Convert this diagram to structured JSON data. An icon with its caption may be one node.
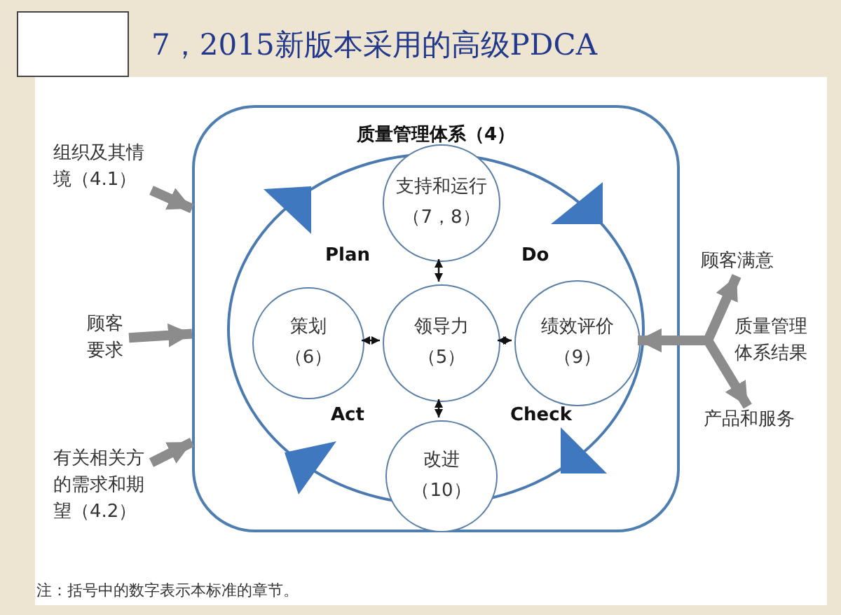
{
  "diagram": {
    "title": "7，2015新版本采用的高级PDCA",
    "caption": "注：括号中的数字表示本标准的章节。",
    "nodes": [
      {
        "text": [
          "质量管理体系（4）"
        ]
      },
      {
        "text": [
          "支持和运行",
          "（7，8）"
        ],
        "in": 0
      },
      {
        "text": [
          "策划",
          "（6）"
        ],
        "in": 0
      },
      {
        "text": [
          "领导力",
          "（5）"
        ],
        "in": 0
      },
      {
        "text": [
          "绩效评价",
          "（9）"
        ],
        "in": 0
      },
      {
        "text": [
          "改进",
          "（10）"
        ],
        "in": 0
      },
      {
        "text": [
          "组织及其情境（4.1）"
        ]
      },
      {
        "text": [
          "顾客要求"
        ]
      },
      {
        "text": [
          "有关相关方的需求和期望（4.2）"
        ]
      },
      {
        "text": [
          "顾客满意"
        ]
      },
      {
        "text": [
          "产品和服务"
        ]
      }
    ],
    "edges": [
      {
        "from": 6,
        "to": 0,
        "arrow": "to"
      },
      {
        "from": 7,
        "to": 0,
        "arrow": "to"
      },
      {
        "from": 8,
        "to": 0,
        "arrow": "to"
      },
      {
        "from": 1,
        "to": 3,
        "arrow": "both",
        "color": "#111111"
      },
      {
        "from": 2,
        "to": 3,
        "arrow": "both",
        "color": "#111111"
      },
      {
        "from": 3,
        "to": 4,
        "arrow": "both",
        "color": "#111111"
      },
      {
        "from": 3,
        "to": 5,
        "arrow": "both",
        "color": "#111111"
      },
      {
        "from": 4,
        "to": 9,
        "arrow": "both"
      },
      {
        "from": 4,
        "to": 10,
        "arrow": "both"
      }
    ],
    "labels": [
      "Plan",
      "Do",
      "Act",
      "Check",
      "质量管理体系结果"
    ]
  }
}
